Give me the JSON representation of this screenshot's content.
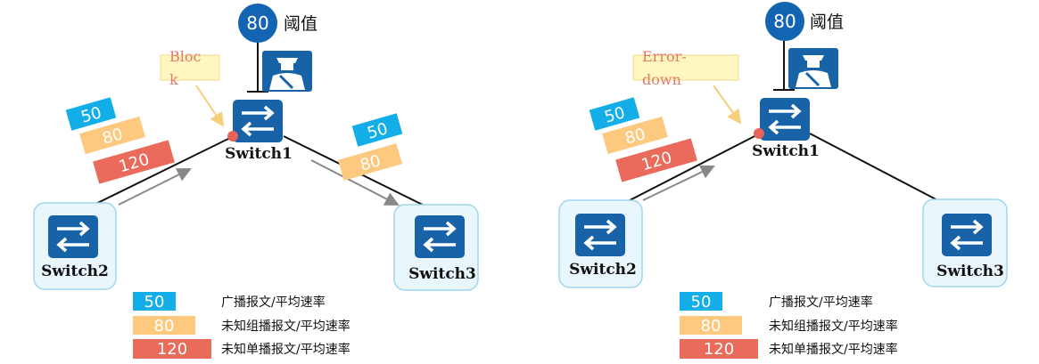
{
  "colors": {
    "broadcast": "#13aee8",
    "multicast": "#fcc97e",
    "unicast": "#ea6b5b",
    "device": "#1862a8",
    "threshold": "#1464b4",
    "note_bg": "#fff6c0",
    "note_text": "#e07a6a",
    "port": "#e8635a"
  },
  "legend": [
    {
      "value": "50",
      "label": "广播报文/平均速率",
      "color_key": "broadcast"
    },
    {
      "value": "80",
      "label": "未知组播报文/平均速率",
      "color_key": "multicast"
    },
    {
      "value": "120",
      "label": "未知单播报文/平均速率",
      "color_key": "unicast"
    }
  ],
  "panels": [
    {
      "threshold_value": "80",
      "threshold_label": "阈值",
      "action_note": "Block",
      "switches": [
        "Switch1",
        "Switch2",
        "Switch3"
      ],
      "incoming_tags": [
        "50",
        "80",
        "120"
      ],
      "outgoing_tags": [
        "50",
        "80"
      ]
    },
    {
      "threshold_value": "80",
      "threshold_label": "阈值",
      "action_note": "Error-down",
      "switches": [
        "Switch1",
        "Switch2",
        "Switch3"
      ],
      "incoming_tags": [
        "50",
        "80",
        "120"
      ],
      "outgoing_tags": []
    }
  ],
  "icons": {
    "switch": "switch-arrows-icon",
    "controller": "traffic-police-icon"
  }
}
